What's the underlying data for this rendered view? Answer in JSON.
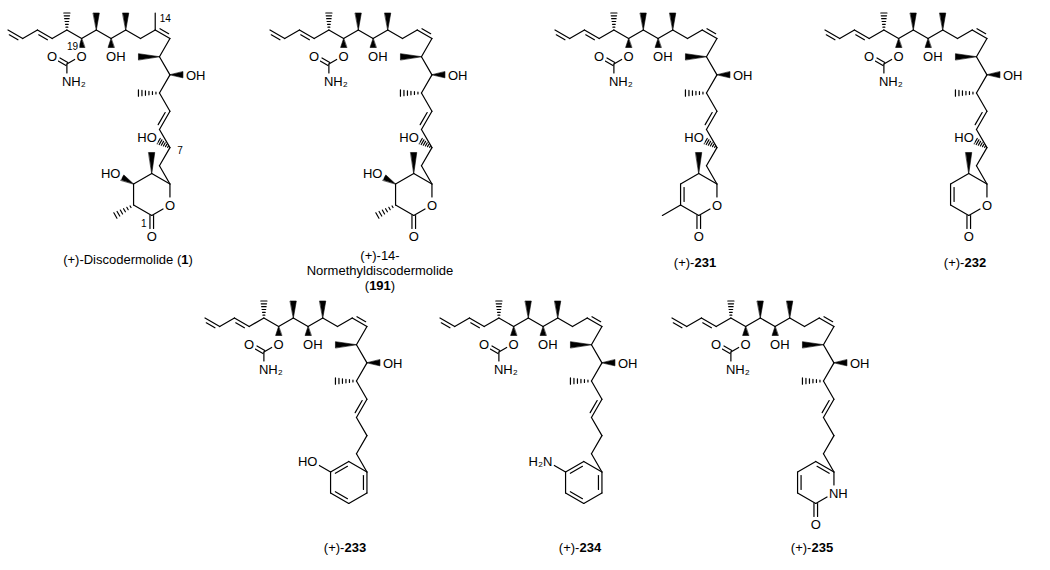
{
  "diagram": {
    "labels": [
      "19",
      "O",
      "O",
      "NH₂",
      "OH",
      "14",
      "OH",
      "HO",
      "7",
      "HO",
      "1",
      "O",
      "O",
      "(+)-Discodermolide (1)",
      "O",
      "O",
      "NH₂",
      "OH",
      "OH",
      "HO",
      "HO",
      "O",
      "O",
      "(+)-14- Normethyldiscodermolide (191)",
      "O",
      "O",
      "NH₂",
      "OH",
      "OH",
      "HO",
      "O",
      "O",
      "(+)-231",
      "O",
      "O",
      "NH₂",
      "OH",
      "OH",
      "HO",
      "O",
      "O",
      "(+)-232",
      "O",
      "O",
      "NH₂",
      "OH",
      "OH",
      "HO",
      "(+)-233",
      "O",
      "O",
      "NH₂",
      "OH",
      "OH",
      "H₂N",
      "(+)-234",
      "O",
      "O",
      "NH₂",
      "OH",
      "OH",
      "NH",
      "O",
      "(+)-235"
    ]
  }
}
